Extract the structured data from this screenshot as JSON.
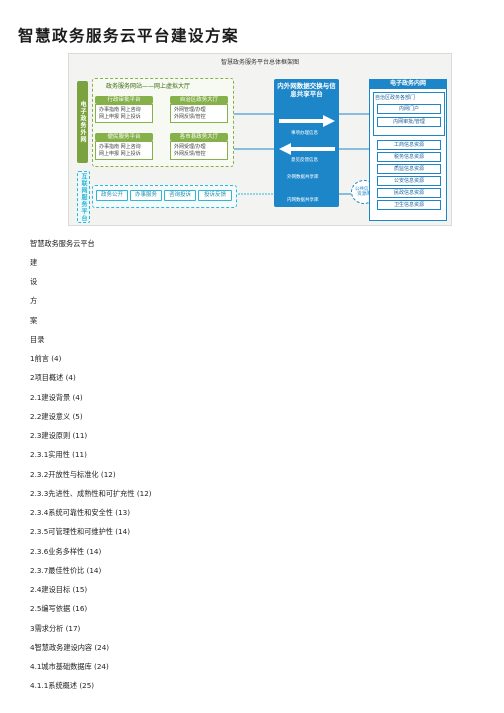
{
  "doc_title": "智慧政务服务云平台建设方案",
  "diagram": {
    "title": "智慧政务服务平台总体框架图",
    "left_green_col": "电子政务外网",
    "left_cyan_col": "互联网服务平台",
    "portal_label": "政务服务网站——网上虚拟大厅",
    "admin_approval": {
      "head": "行政审批平台",
      "line1": "办事指南 网上咨询",
      "line2": "网上申报 网上投诉"
    },
    "convenience": {
      "head": "便民服务平台",
      "line1": "办事指南 网上咨询",
      "line2": "网上申报 网上投诉"
    },
    "district_hall": {
      "head": "自治区政务大厅",
      "line1": "外网管理/办理",
      "line2": "外网反馈/管控"
    },
    "city_hall": {
      "head": "各市县政务大厅",
      "line1": "外网受理/办理",
      "line2": "外网反馈/管控"
    },
    "services": [
      "政务公开",
      "办事服务",
      "咨询投诉",
      "投诉反馈"
    ],
    "center": {
      "head": "内外网数据交换与信息共享平台",
      "arrow1": "事项办理信息",
      "arrow2": "意见反馈信息",
      "lower1": "外网数据共享库",
      "lower2": "内网数据共享库"
    },
    "right": {
      "head": "电子政务内网",
      "sub_head": "自治区政务各部门",
      "sub_items": [
        "内网门户",
        "内网审批/管理"
      ],
      "dbs": [
        "工商信息资源",
        "税务信息资源",
        "质监信息资源",
        "公安信息资源",
        "民政信息资源",
        "卫生信息资源"
      ]
    },
    "cloud": "公共信息资源库"
  },
  "lines": [
    "智慧政务服务云平台",
    "建",
    "设",
    "方",
    "案",
    "目录",
    "1前言 (4)",
    "2项目概述 (4)",
    "2.1建设背景 (4)",
    "2.2建设意义 (5)",
    "2.3建设原则 (11)",
    "2.3.1实用性 (11)",
    "2.3.2开放性与标准化 (12)",
    "2.3.3先进性、成熟性和可扩充性 (12)",
    "2.3.4系统可靠性和安全性 (13)",
    "2.3.5可管理性和可维护性 (14)",
    "2.3.6业务多样性 (14)",
    "2.3.7最佳性价比 (14)",
    "2.4建设目标 (15)",
    "2.5编写依据 (16)",
    "3需求分析 (17)",
    "4智慧政务建设内容 (24)",
    "4.1城市基础数据库 (24)",
    "4.1.1系统概述 (25)"
  ]
}
